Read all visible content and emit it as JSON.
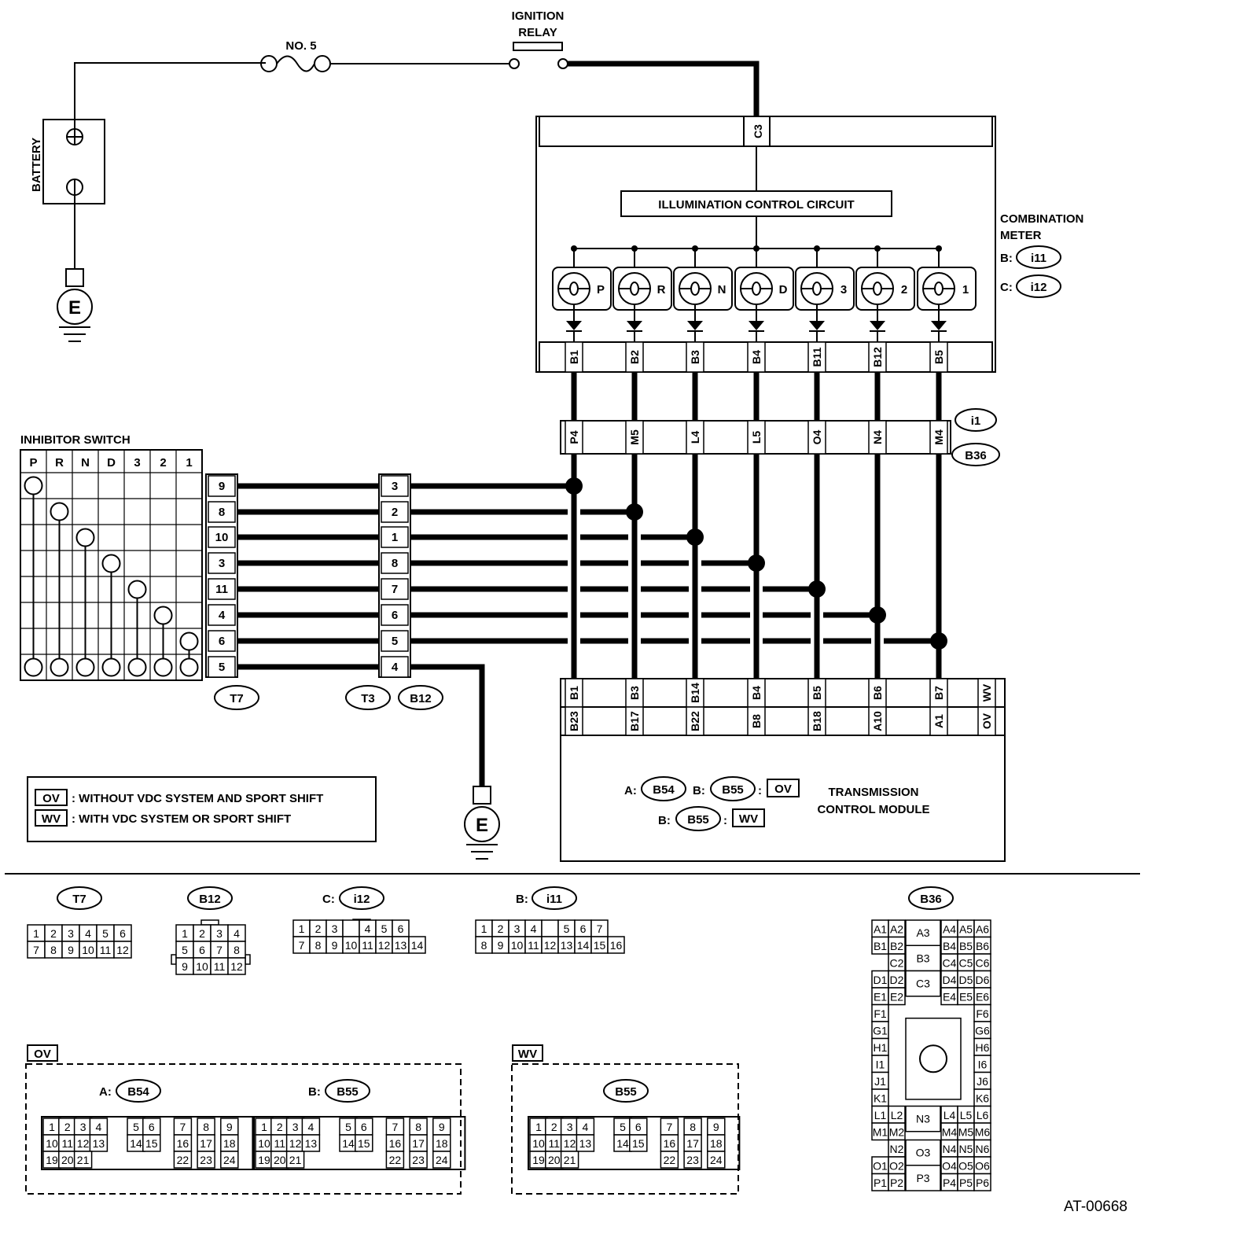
{
  "power": {
    "battery": "BATTERY",
    "fuse": "NO. 5",
    "relay_line1": "IGNITION",
    "relay_line2": "RELAY",
    "ground": "E",
    "plus": "+",
    "minus": "−"
  },
  "meter": {
    "pin_c3": "C3",
    "circuit": "ILLUMINATION CONTROL CIRCUIT",
    "title_line1": "COMBINATION",
    "title_line2": "METER",
    "conn_b_prefix": "B:",
    "conn_b": "i11",
    "conn_c_prefix": "C:",
    "conn_c": "i12",
    "lamps": [
      "P",
      "R",
      "N",
      "D",
      "3",
      "2",
      "1"
    ],
    "pins": [
      "B1",
      "B2",
      "B3",
      "B4",
      "B11",
      "B12",
      "B5"
    ]
  },
  "junction": {
    "pins": [
      "P4",
      "M5",
      "L4",
      "L5",
      "O4",
      "N4",
      "M4"
    ],
    "conn1": "i1",
    "conn2": "B36"
  },
  "inhibitor": {
    "title": "INHIBITOR SWITCH",
    "positions": [
      "P",
      "R",
      "N",
      "D",
      "3",
      "2",
      "1"
    ],
    "t7_pins": [
      "9",
      "8",
      "10",
      "3",
      "11",
      "4",
      "6",
      "5"
    ],
    "t3_pins": [
      "3",
      "2",
      "1",
      "8",
      "7",
      "6",
      "5",
      "4"
    ],
    "conn_t7": "T7",
    "conn_t3": "T3",
    "conn_b12": "B12"
  },
  "tcm": {
    "pins_row1": [
      "B1",
      "B3",
      "B14",
      "B4",
      "B5",
      "B6",
      "B7",
      "WV"
    ],
    "pins_row2": [
      "B23",
      "B17",
      "B22",
      "B8",
      "B18",
      "A10",
      "A1",
      "OV"
    ],
    "a_prefix": "A:",
    "a_conn": "B54",
    "b_prefix": "B:",
    "b_conn": "B55",
    "colon": ":",
    "ov": "OV",
    "wv": "WV",
    "title_line1": "TRANSMISSION",
    "title_line2": "CONTROL MODULE"
  },
  "legend": {
    "ov_code": "OV",
    "ov_text": ": WITHOUT VDC SYSTEM AND SPORT SHIFT",
    "wv_code": "WV",
    "wv_text": ": WITH VDC SYSTEM OR SPORT SHIFT"
  },
  "connectors": {
    "t7": {
      "label": "T7",
      "rows": [
        [
          "1",
          "2",
          "3",
          "4",
          "5",
          "6"
        ],
        [
          "7",
          "8",
          "9",
          "10",
          "11",
          "12"
        ]
      ]
    },
    "b12": {
      "label": "B12",
      "rows": [
        [
          "1",
          "2",
          "3",
          "4"
        ],
        [
          "5",
          "6",
          "7",
          "8"
        ],
        [
          "9",
          "10",
          "11",
          "12"
        ]
      ]
    },
    "i12": {
      "prefix": "C:",
      "label": "i12",
      "rows": [
        [
          "1",
          "2",
          "3",
          "",
          "4",
          "5",
          "6"
        ],
        [
          "7",
          "8",
          "9",
          "10",
          "11",
          "12",
          "13",
          "14"
        ]
      ]
    },
    "i11": {
      "prefix": "B:",
      "label": "i11",
      "rows": [
        [
          "1",
          "2",
          "3",
          "4",
          "",
          "5",
          "6",
          "7"
        ],
        [
          "8",
          "9",
          "10",
          "11",
          "12",
          "13",
          "14",
          "15",
          "16"
        ]
      ]
    },
    "b36": {
      "label": "B36",
      "left": [
        [
          "A1",
          "A2"
        ],
        [
          "B1",
          "B2"
        ],
        [
          "",
          "C2"
        ],
        [
          "D1",
          "D2"
        ],
        [
          "E1",
          "E2"
        ],
        [
          "F1",
          ""
        ],
        [
          "G1",
          ""
        ],
        [
          "H1",
          ""
        ],
        [
          "I1",
          ""
        ],
        [
          "J1",
          ""
        ],
        [
          "K1",
          ""
        ],
        [
          "L1",
          "L2"
        ],
        [
          "M1",
          "M2"
        ],
        [
          "",
          "N2"
        ],
        [
          "O1",
          "O2"
        ],
        [
          "P1",
          "P2"
        ]
      ],
      "right": [
        [
          "A4",
          "A5",
          "A6"
        ],
        [
          "B4",
          "B5",
          "B6"
        ],
        [
          "C4",
          "C5",
          "C6"
        ],
        [
          "D4",
          "D5",
          "D6"
        ],
        [
          "E4",
          "E5",
          "E6"
        ],
        [
          "",
          "",
          "F6"
        ],
        [
          "",
          "",
          "G6"
        ],
        [
          "",
          "",
          "H6"
        ],
        [
          "",
          "",
          "I6"
        ],
        [
          "",
          "",
          "J6"
        ],
        [
          "",
          "",
          "K6"
        ],
        [
          "L4",
          "L5",
          "L6"
        ],
        [
          "M4",
          "M5",
          "M6"
        ],
        [
          "N4",
          "N5",
          "N6"
        ],
        [
          "O4",
          "O5",
          "O6"
        ],
        [
          "P4",
          "P5",
          "P6"
        ]
      ],
      "center": [
        "A3",
        "B3",
        "C3",
        "N3",
        "O3",
        "P3"
      ]
    },
    "ov_group": {
      "tag": "OV",
      "a_prefix": "A:",
      "a_label": "B54",
      "b_prefix": "B:",
      "b_label": "B55",
      "rows": [
        [
          "1",
          "2",
          "3",
          "4",
          "5",
          "6",
          "7",
          "8",
          "9"
        ],
        [
          "10",
          "11",
          "12",
          "13",
          "14",
          "15",
          "16",
          "17",
          "18"
        ],
        [
          "19",
          "20",
          "21",
          "22",
          "23",
          "24"
        ]
      ]
    },
    "wv_group": {
      "tag": "WV",
      "label": "B55",
      "rows": [
        [
          "1",
          "2",
          "3",
          "4",
          "5",
          "6",
          "7",
          "8",
          "9"
        ],
        [
          "10",
          "11",
          "12",
          "13",
          "14",
          "15",
          "16",
          "17",
          "18"
        ],
        [
          "19",
          "20",
          "21",
          "22",
          "23",
          "24"
        ]
      ]
    }
  },
  "figure_id": "AT-00668"
}
